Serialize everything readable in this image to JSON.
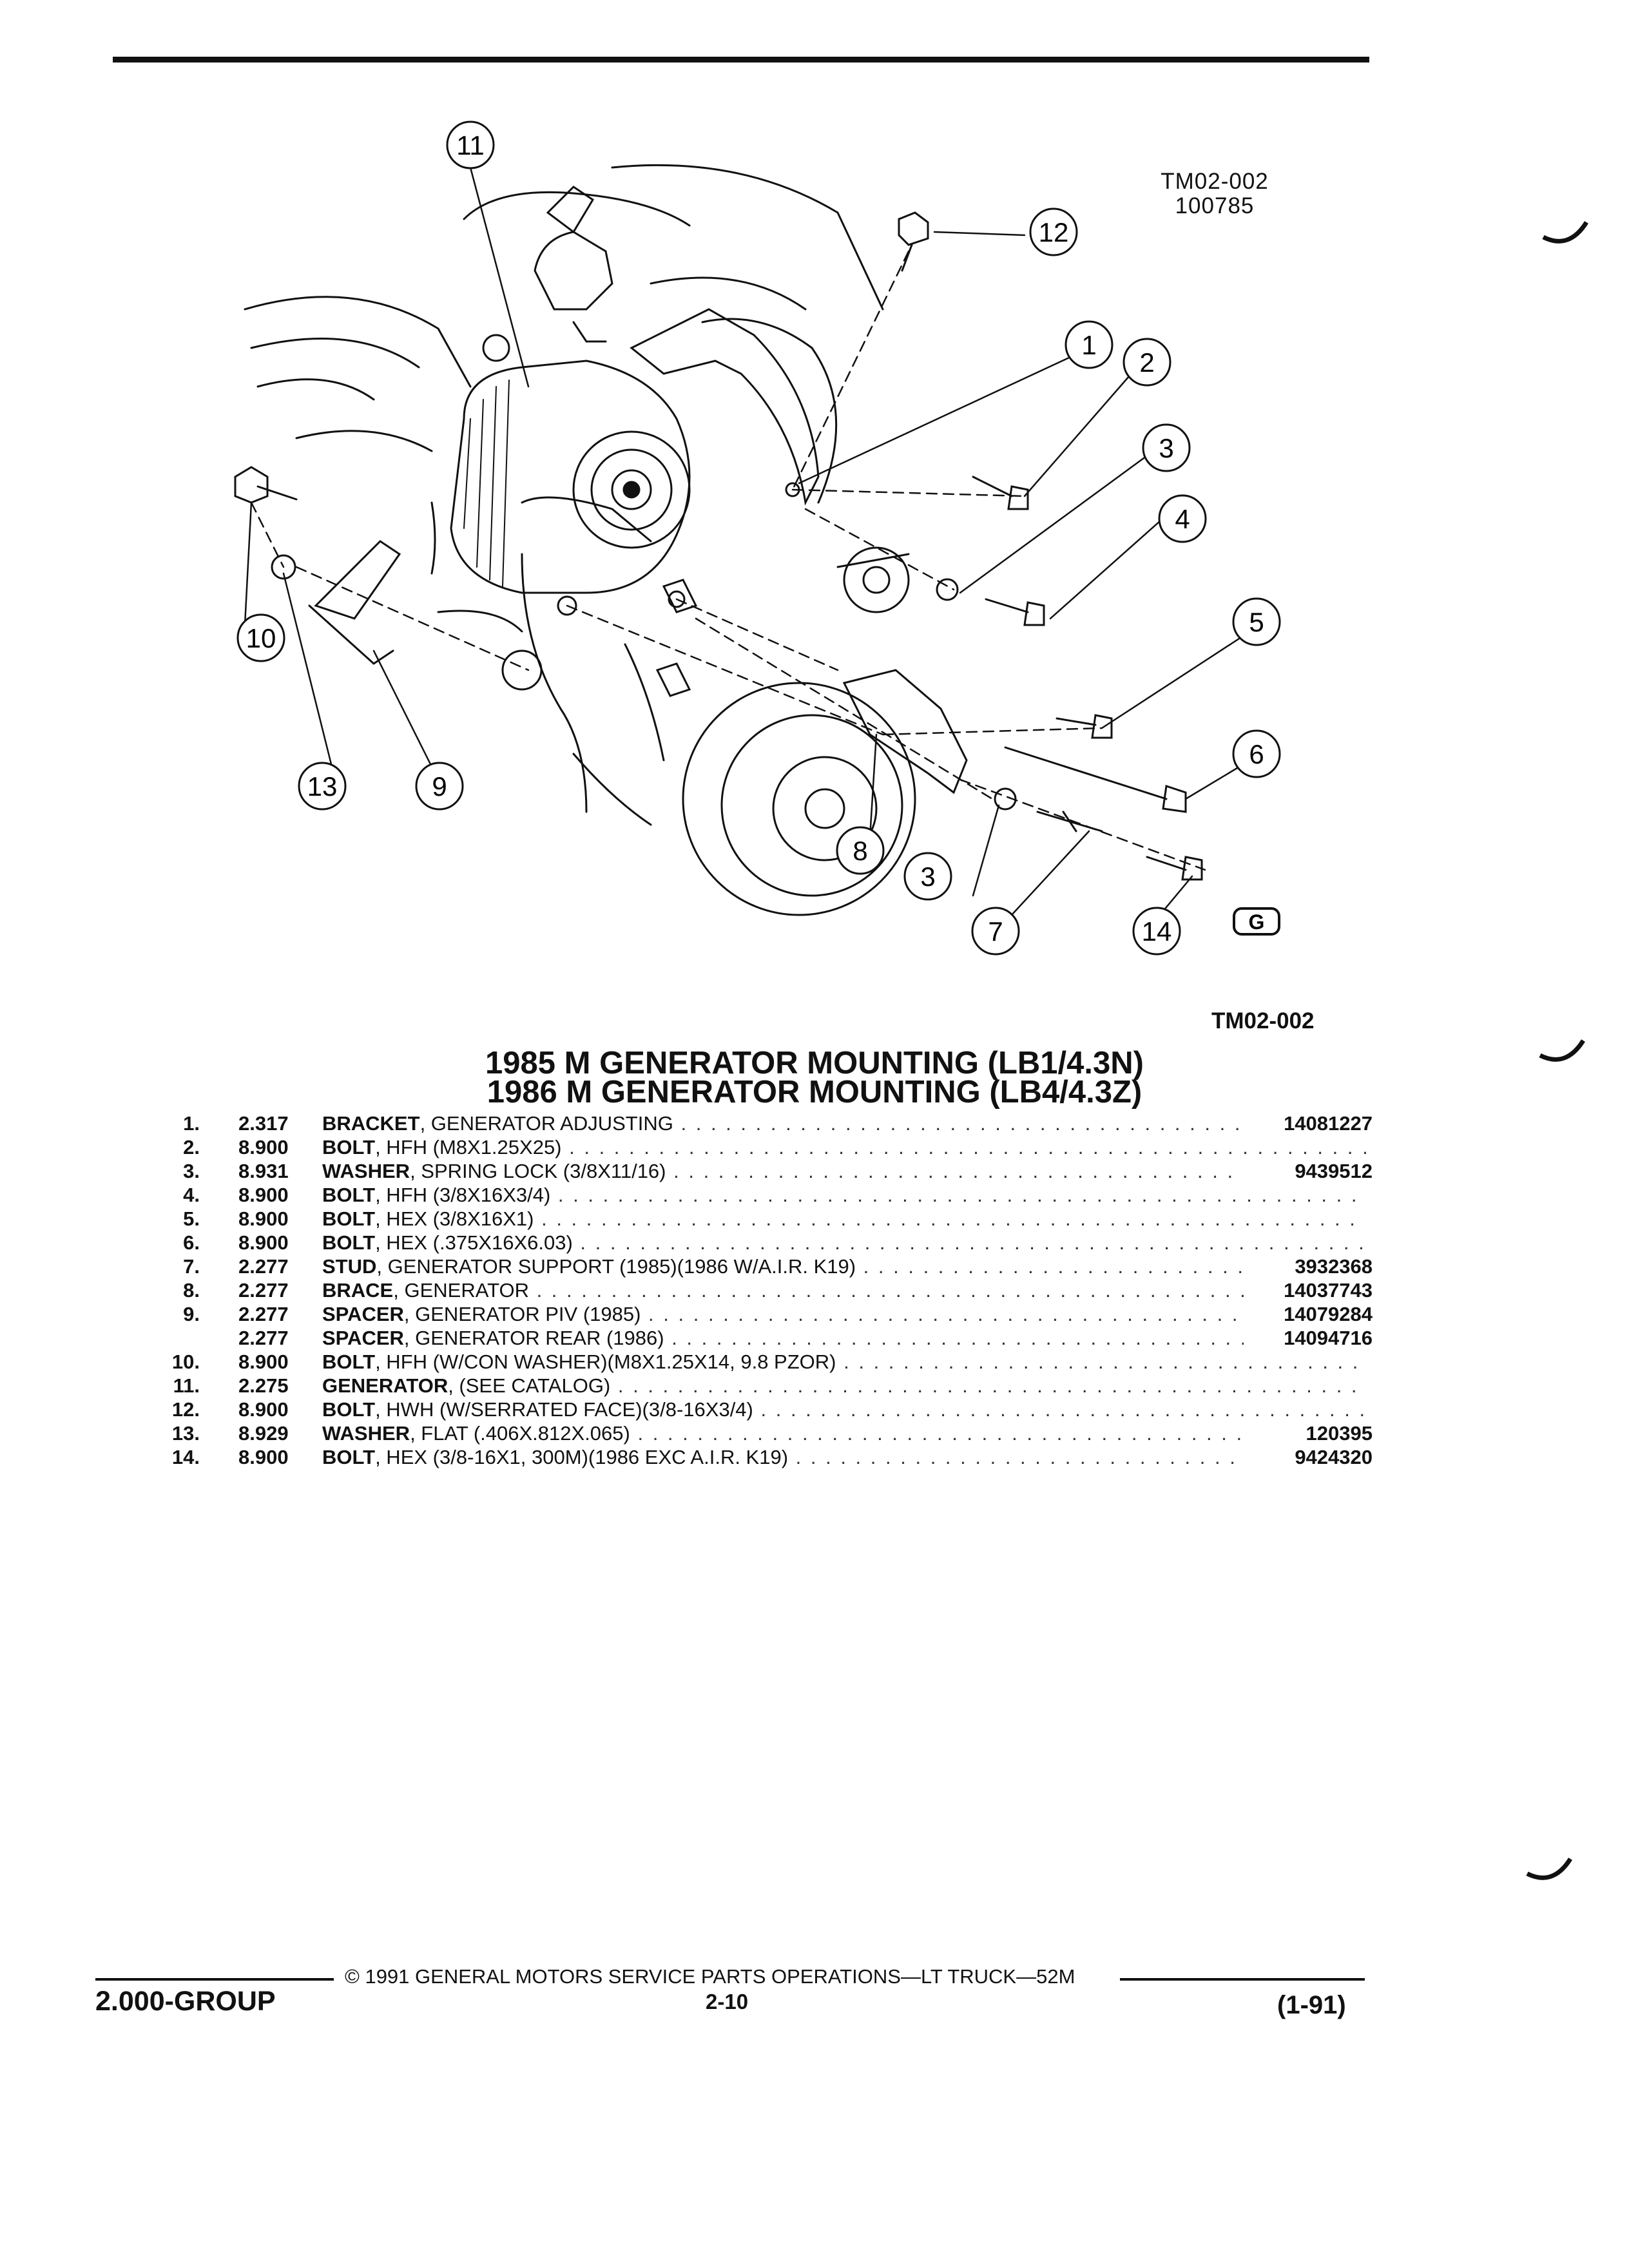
{
  "figure": {
    "ref_code_line1": "TM02-002",
    "ref_code_line2": "100785",
    "code_below": "TM02-002",
    "logo": "G",
    "callouts": [
      "1",
      "2",
      "3",
      "4",
      "5",
      "6",
      "7",
      "8",
      "9",
      "10",
      "11",
      "12",
      "13",
      "14"
    ],
    "callout_3b": "3"
  },
  "title": {
    "line1": "1985 M GENERATOR MOUNTING (LB1/4.3N)",
    "line2": "1986 M GENERATOR MOUNTING (LB4/4.3Z)"
  },
  "parts": [
    {
      "idx": "1.",
      "group": "2.317",
      "name": "BRACKET",
      "desc": ", GENERATOR ADJUSTING",
      "pn": "14081227"
    },
    {
      "idx": "2.",
      "group": "8.900",
      "name": "BOLT",
      "desc": ", HFH (M8X1.25X25)",
      "pn": ""
    },
    {
      "idx": "3.",
      "group": "8.931",
      "name": "WASHER",
      "desc": ", SPRING LOCK (3/8X11/16)",
      "pn": "9439512"
    },
    {
      "idx": "4.",
      "group": "8.900",
      "name": "BOLT",
      "desc": ", HFH (3/8X16X3/4)",
      "pn": ""
    },
    {
      "idx": "5.",
      "group": "8.900",
      "name": "BOLT",
      "desc": ", HEX (3/8X16X1)",
      "pn": ""
    },
    {
      "idx": "6.",
      "group": "8.900",
      "name": "BOLT",
      "desc": ", HEX (.375X16X6.03)",
      "pn": ""
    },
    {
      "idx": "7.",
      "group": "2.277",
      "name": "STUD",
      "desc": ", GENERATOR SUPPORT (1985)(1986 W/A.I.R. K19)",
      "pn": "3932368"
    },
    {
      "idx": "8.",
      "group": "2.277",
      "name": "BRACE",
      "desc": ", GENERATOR",
      "pn": "14037743"
    },
    {
      "idx": "9.",
      "group": "2.277",
      "name": "SPACER",
      "desc": ", GENERATOR PIV (1985)",
      "pn": "14079284"
    },
    {
      "idx": "",
      "group": "2.277",
      "name": "SPACER",
      "desc": ", GENERATOR REAR (1986)",
      "pn": "14094716"
    },
    {
      "idx": "10.",
      "group": "8.900",
      "name": "BOLT",
      "desc": ", HFH (W/CON WASHER)(M8X1.25X14, 9.8 PZOR)",
      "pn": ""
    },
    {
      "idx": "11.",
      "group": "2.275",
      "name": "GENERATOR",
      "desc": ", (SEE CATALOG)",
      "pn": ""
    },
    {
      "idx": "12.",
      "group": "8.900",
      "name": "BOLT",
      "desc": ", HWH (W/SERRATED FACE)(3/8-16X3/4)",
      "pn": ""
    },
    {
      "idx": "13.",
      "group": "8.929",
      "name": "WASHER",
      "desc": ", FLAT (.406X.812X.065)",
      "pn": "120395"
    },
    {
      "idx": "14.",
      "group": "8.900",
      "name": "BOLT",
      "desc": ", HEX (3/8-16X1, 300M)(1986 EXC A.I.R. K19)",
      "pn": "9424320"
    }
  ],
  "footer": {
    "copyright": "© 1991 GENERAL MOTORS SERVICE PARTS OPERATIONS—LT TRUCK—52M",
    "group": "2.000-GROUP",
    "page": "2-10",
    "date": "(1-91)"
  }
}
